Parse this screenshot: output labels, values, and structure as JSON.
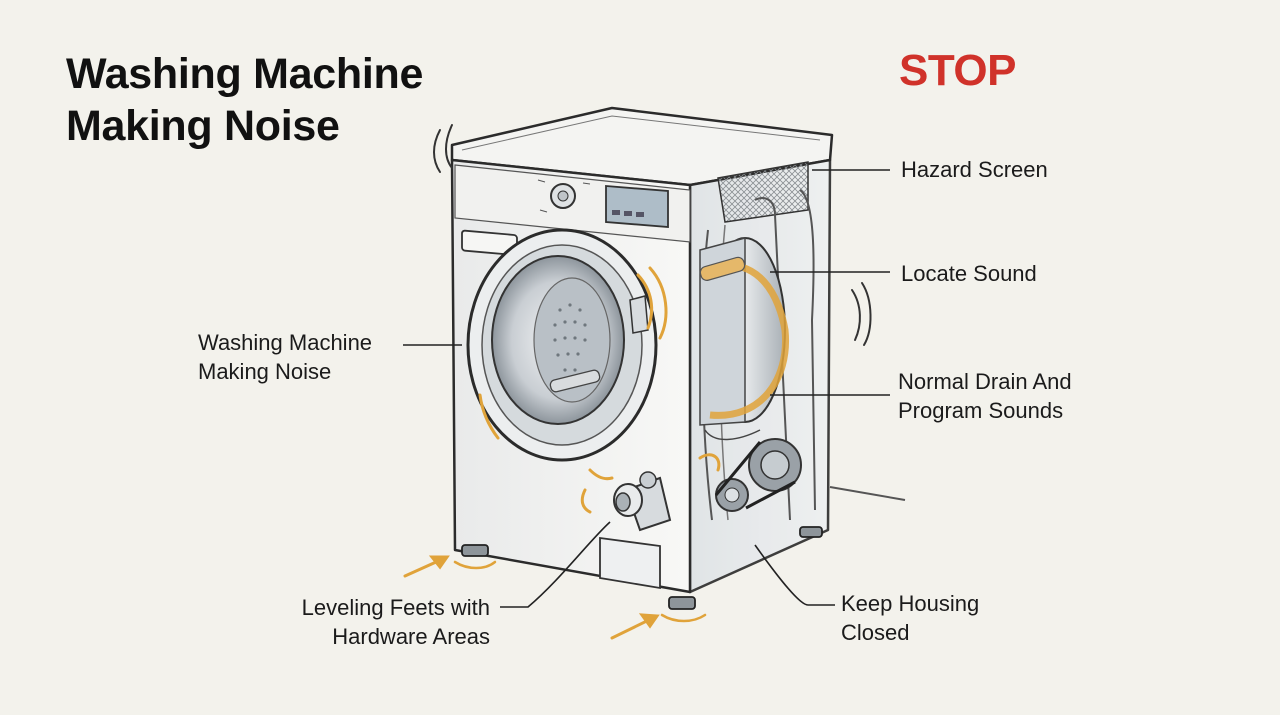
{
  "title": {
    "line1": "Washing Machine",
    "line2": "Making Noise"
  },
  "stop_label": "STOP",
  "accent_color": "#d0322a",
  "callouts": {
    "hazard_screen": "Hazard Screen",
    "locate_sound": "Locate Sound",
    "normal_drain": {
      "line1": "Normal Drain And",
      "line2": "Program Sounds"
    },
    "machine_noise": {
      "line1": "Washing Machine",
      "line2": "Making Noise"
    },
    "leveling_feet": {
      "line1": "Leveling Feets with",
      "line2": "Hardware Areas"
    },
    "keep_housing": {
      "line1": "Keep Housing",
      "line2": "Closed"
    }
  }
}
